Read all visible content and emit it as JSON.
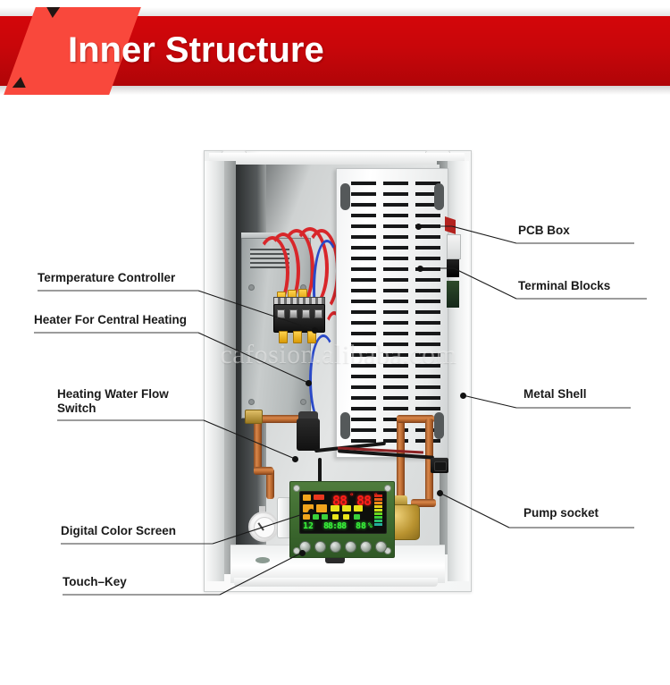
{
  "header": {
    "title": "Inner Structure",
    "band_color": "#c8060a",
    "slash_color": "#f9483c"
  },
  "photo": {
    "watermark": "cafosion.alibaba.com",
    "lcd": {
      "temp_left": "88",
      "temp_left_unit": "°",
      "temp_right": "88",
      "temp_right_unit": "°",
      "row_left": "12",
      "row_mid": "88:88",
      "row_right": "88",
      "row_right_unit": "%"
    }
  },
  "callouts": {
    "left": [
      {
        "id": "temperature-controller",
        "label": "Termperature Controller"
      },
      {
        "id": "heater-central-heating",
        "label": "Heater For Central Heating"
      },
      {
        "id": "heating-water-flow-switch",
        "label": "Heating Water Flow\nSwitch"
      },
      {
        "id": "digital-color-screen",
        "label": "Digital Color Screen"
      },
      {
        "id": "touch-key",
        "label": "Touch–Key"
      }
    ],
    "right": [
      {
        "id": "pcb-box",
        "label": "PCB Box"
      },
      {
        "id": "terminal-blocks",
        "label": "Terminal Blocks"
      },
      {
        "id": "metal-shell",
        "label": "Metal Shell"
      },
      {
        "id": "pump-socket",
        "label": "Pump socket"
      }
    ]
  }
}
